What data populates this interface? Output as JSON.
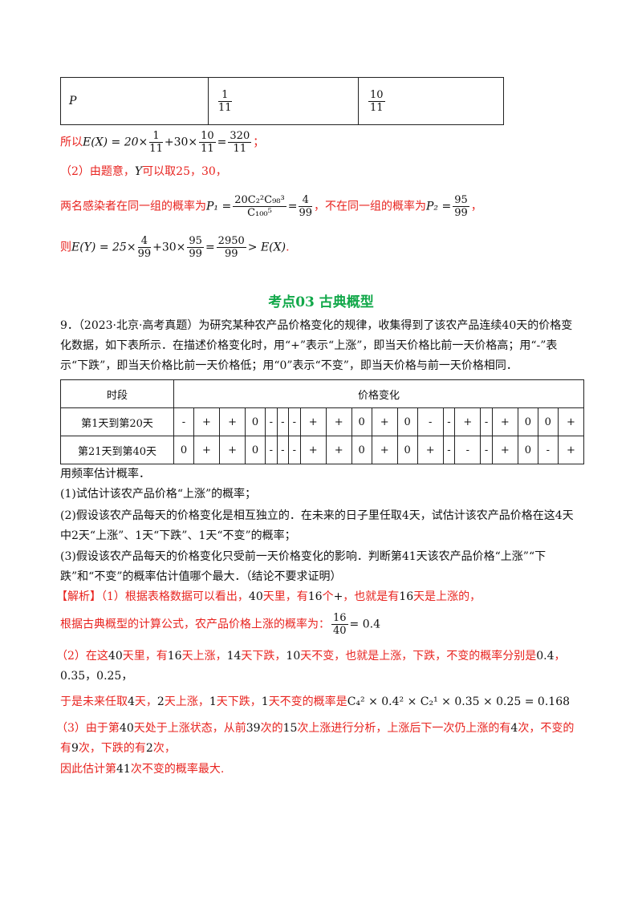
{
  "prob_table": {
    "row_label": "P",
    "col1_num": "1",
    "col1_den": "11",
    "col2_num": "10",
    "col2_den": "11"
  },
  "p1": {
    "pre": "所以",
    "lhs": "E(X) = 20×",
    "f1n": "1",
    "f1d": "11",
    "mid": "+30×",
    "f2n": "10",
    "f2d": "11",
    "eq": "=",
    "f3n": "320",
    "f3d": "11",
    "post": "；"
  },
  "p2": {
    "text1": "（2）由题意，",
    "var": "Y",
    "text2": "可以取25，30，"
  },
  "p3": {
    "pre": "两名感染者在同一组的概率为",
    "lhs": "P₁ =",
    "f1n": "20C₂²C₉₈³",
    "f1d": "C₁₀₀⁵",
    "eq": "=",
    "f2n": "4",
    "f2d": "99",
    "mid": "，不在同一组的概率为",
    "lhs2": "P₂ =",
    "f3n": "95",
    "f3d": "99",
    "post": "，"
  },
  "p4": {
    "pre": "则",
    "lhs": "E(Y) = 25×",
    "f1n": "4",
    "f1d": "99",
    "mid": "+30×",
    "f2n": "95",
    "f2d": "99",
    "eq": "=",
    "f3n": "2950",
    "f3d": "99",
    "rhs": "> E(X)",
    "post": "."
  },
  "heading": "考点03 古典概型",
  "q9": {
    "line1": "9．（2023·北京·高考真题）为研究某种农产品价格变化的规律，收集得到了该农产品连续40天的价格变",
    "line2": "化数据，如下表所示．在描述价格变化时，用“+”表示“上涨”，即当天价格比前一天价格高；用“-”表",
    "line3": "示“下跌”，即当天价格比前一天价格低；用“0”表示“不变”，即当天价格与前一天价格相同．",
    "after": "用频率估计概率．",
    "s1": "(1)试估计该农产品价格“上涨”的概率；",
    "s2a": "(2)假设该农产品每天的价格变化是相互独立的．在未来的日子里任取4天，试估计该农产品价格在这4天",
    "s2b": "中2天“上涨”、1天“下跌”、1天“不变”的概率；",
    "s3a": "(3)假设该农产品每天的价格变化只受前一天价格变化的影响．判断第41天该农产品价格“上涨”“下",
    "s3b": "跌”和“不变”的概率估计值哪个最大．（结论不要求证明）"
  },
  "price_table": {
    "h1": "时段",
    "h2": "价格变化",
    "r1_label": "第1天到第20天",
    "r1": [
      "-",
      "+",
      "+",
      "0",
      "-",
      "-",
      "-",
      "+",
      "+",
      "0",
      "+",
      "0",
      "-",
      "-",
      "+",
      "-",
      "+",
      "0",
      "0",
      "+"
    ],
    "r2_label": "第21天到第40天",
    "r2": [
      "0",
      "+",
      "+",
      "0",
      "-",
      "-",
      "-",
      "+",
      "+",
      "0",
      "+",
      "0",
      "+",
      "-",
      "-",
      "-",
      "+",
      "0",
      "-",
      "+"
    ]
  },
  "sol": {
    "a1": "【解析】（1）根据表格数据可以看出，",
    "a1n1": "40",
    "a1b": "天里，有",
    "a1n2": "16",
    "a1c": "个",
    "a1sym": "+",
    "a1d": "，也就是有",
    "a1n3": "16",
    "a1e": "天是上涨的，",
    "a2": "根据古典概型的计算公式，农产品价格上涨的概率为：",
    "a2fn": "16",
    "a2fd": "40",
    "a2r": "= 0.4",
    "b1": "（2）在这",
    "b1n1": "40",
    "b1b": "天里，有",
    "b1n2": "16",
    "b1c": "天上涨，",
    "b1n3": "14",
    "b1d": "天下跌，",
    "b1n4": "10",
    "b1e": "天不变，也就是上涨，下跌，不变的概率分别是",
    "b1n5": "0.4",
    "b1f": "，",
    "b2": "0.35，0.25，",
    "b3a": "于是未来任取",
    "b3n1": "4",
    "b3b": "天，",
    "b3n2": "2",
    "b3c": "天上涨，",
    "b3n3": "1",
    "b3d": "天下跌，",
    "b3n4": "1",
    "b3e": "天不变的概率是",
    "b3m": "C₄² × 0.4² × C₂¹ × 0.35 × 0.25 = 0.168",
    "c1a": "（3）由于第",
    "c1n1": "40",
    "c1b": "天处于上涨状态，从前",
    "c1n2": "39",
    "c1c": "次的",
    "c1n3": "15",
    "c1d": "次上涨进行分析，上涨后下一次仍上涨的有",
    "c1n4": "4",
    "c1e": "次，不变的",
    "c2a": "有",
    "c2n1": "9",
    "c2b": "次，下跌的有",
    "c2n2": "2",
    "c2c": "次，",
    "c3a": "因此估计第",
    "c3n": "41",
    "c3b": "次不变的概率最大."
  }
}
